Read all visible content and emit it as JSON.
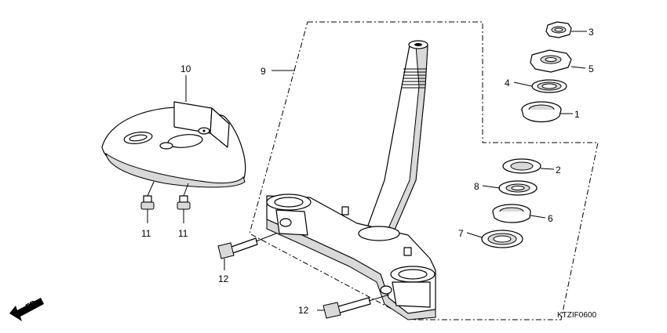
{
  "callouts": {
    "c1": "1",
    "c2": "2",
    "c3": "3",
    "c4": "4",
    "c5": "5",
    "c6": "6",
    "c7": "7",
    "c8": "8",
    "c9": "9",
    "c10": "10",
    "c11a": "11",
    "c11b": "11",
    "c12a": "12",
    "c12b": "12"
  },
  "diagram_code": "KTZIF0600",
  "direction_label": "FR."
}
